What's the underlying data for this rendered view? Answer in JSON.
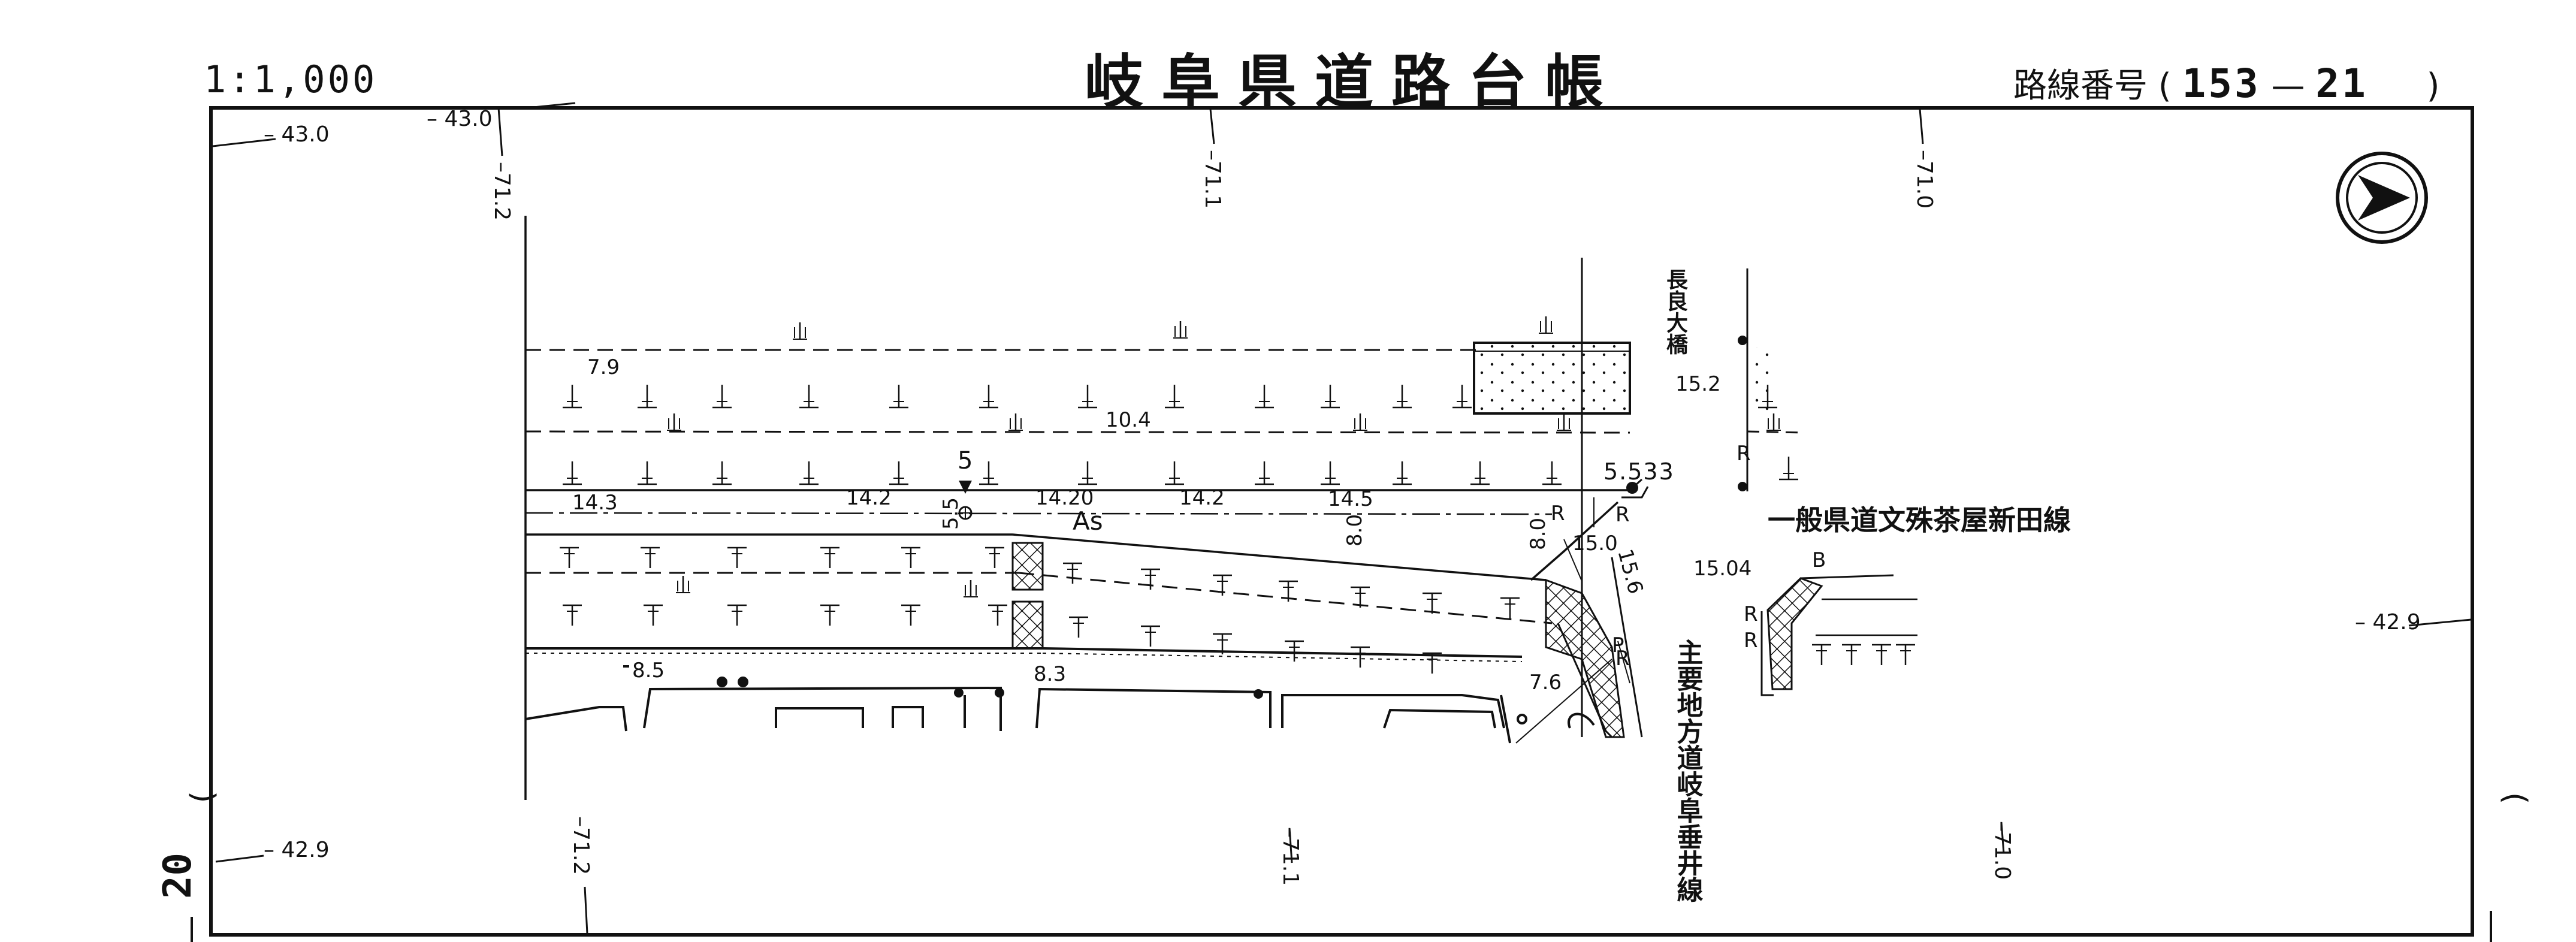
{
  "header": {
    "scale": "1:1,000",
    "title": "岐阜県道路台帳",
    "route_label": "路線番号",
    "route_open": "(",
    "route_number": "153",
    "route_sep": "—",
    "route_sub": "21",
    "route_close": ")"
  },
  "margin": {
    "sheet_number": "20",
    "sheet_open": ")",
    "right_paren": "("
  },
  "coords": {
    "top_left_1": "– 43.0",
    "top_left_2": "– 43.0",
    "bottom_left": "– 42.9",
    "right_mid": "– 42.9",
    "top_x1": "–71.2",
    "top_x2": "–71.1",
    "top_x3": "–71.0",
    "bottom_x1": "–71.2",
    "bottom_x2": "–71.1",
    "bottom_x3": "–71.0"
  },
  "places": {
    "bridge": "長良大橋",
    "prefectural_road": "一般県道文殊茶屋新田線",
    "main_road": "主要地方道岐阜垂井線"
  },
  "surface": "As",
  "station": {
    "number": "5",
    "distance": "5.533"
  },
  "dimensions": {
    "d_7_9": "7.9",
    "d_10_4": "10.4",
    "d_15_2": "15.2",
    "d_14_3": "14.3",
    "d_14_2a": "14.2",
    "d_14_20": "14.20",
    "d_14_2b": "14.2",
    "d_14_5": "14.5",
    "d_8_0a": "8.0",
    "d_8_0b": "8.0",
    "d_5_5": "5.5",
    "d_15_0": "15.0",
    "d_15_6": "15.6",
    "d_15_04": "15.04",
    "d_8_5": "8.5",
    "d_8_3": "8.3",
    "d_7_6": "7.6"
  },
  "marks": {
    "r1": "R",
    "r2": "R",
    "r3": "R",
    "r4": "R",
    "r5": "R",
    "r6": "R",
    "p": "P",
    "b": "B"
  }
}
